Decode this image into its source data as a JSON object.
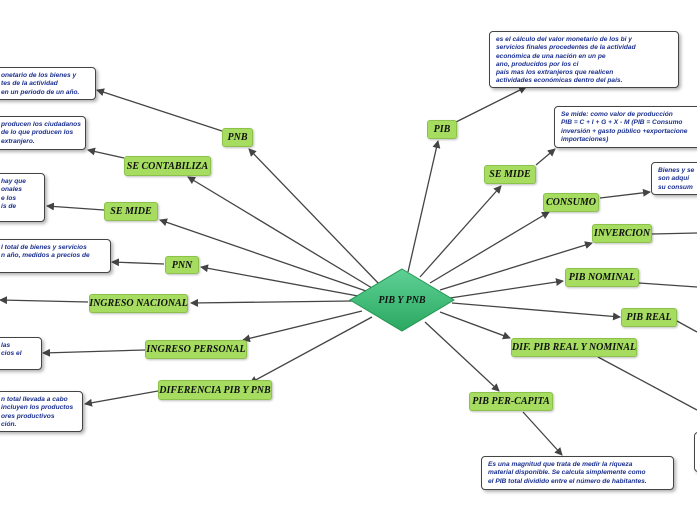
{
  "center": {
    "label": "PIB Y PNB"
  },
  "nodes": {
    "pnb": "PNB",
    "se_contabiliza": "SE CONTABILIZA",
    "se_mide_left": "SE MIDE",
    "pnn": "PNN",
    "ingreso_nacional": "INGRESO NACIONAL",
    "ingreso_personal": "INGRESO PERSONAL",
    "diferencia": "DIFERENCIA PIB Y PNB",
    "pib": "PIB",
    "se_mide_right": "SE MIDE",
    "consumo": "CONSUMO",
    "inversion": "INVERCION",
    "pib_nominal": "PIB NOMINAL",
    "pib_real": "PIB REAL",
    "dif_pib": "DIF. PIB REAL Y NOMINAL",
    "pib_per_capita": "PIB PER-CAPITA"
  },
  "notes": {
    "pnb_note": "onetario de los bienes y\ntes de la actividad\nen un periodo de un año.",
    "se_contabiliza_note": "producen los ciudadanos\nde lo que producen los\nextranjero.",
    "se_mide_left_note": "hay que\nonales\ne los\nís de",
    "pnn_note": "l total de bienes y servicios\nn año, medidos a precios de",
    "ingreso_personal_note": "las\ncios el",
    "diferencia_note": "n total llevada a cabo\nincluyen los productos\nores productivos\nción.",
    "pib_note": "es el cálculo del valor monetario de los bi y\nservicios finales procedentes de la actividad\neconómica de una nación en un pe\nano, producidos por los ci\npais mas los extranjeros que realicen\nactividades económicas dentro del país.",
    "se_mide_right_note": "Se mide: como valor de producción\nPIB = C + I + G + X - M (PIB = Consumo\ninversión + gasto público +exportacione\nimportaciones)",
    "consumo_note": "Bienes y se\nson adqui\nsu consum",
    "per_capita_note": "Es una magnitud que trata de medir la riqueza\nmaterial disponible. Se calcula simplemente como\nel PIB total dividido entre el número de habitantes."
  }
}
